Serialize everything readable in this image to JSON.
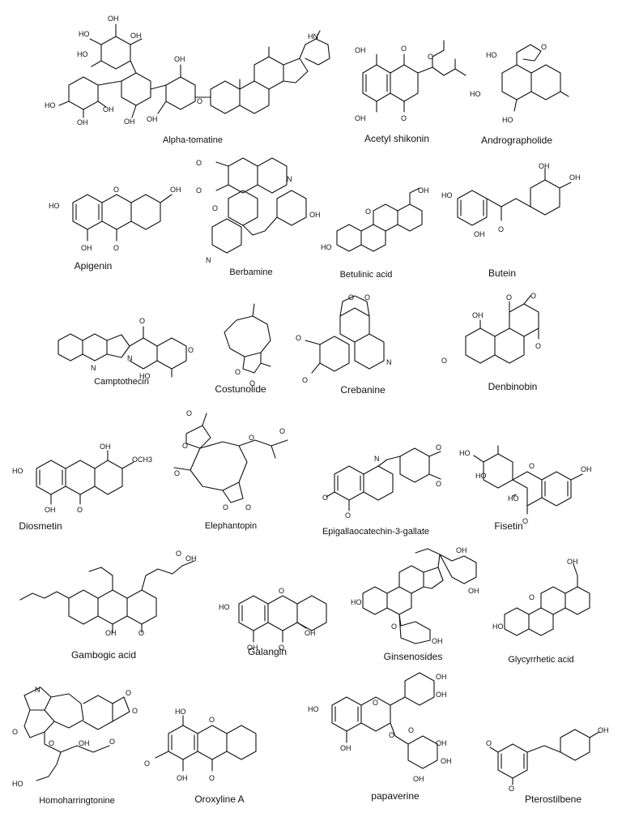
{
  "compounds": [
    {
      "name": "Alpha-tomatine"
    },
    {
      "name": "Acetyl shikonin"
    },
    {
      "name": "Andrographolide"
    },
    {
      "name": "Apigenin"
    },
    {
      "name": "Berbamine"
    },
    {
      "name": "Betulinic  acid"
    },
    {
      "name": "Butein"
    },
    {
      "name": "Camptothecin"
    },
    {
      "name": "Costunolide"
    },
    {
      "name": "Crebanine"
    },
    {
      "name": "Denbinobin"
    },
    {
      "name": "Diosmetin"
    },
    {
      "name": "Elephantopin"
    },
    {
      "name": "Epigallaocatechin-3-gallate"
    },
    {
      "name": "Fisetin"
    },
    {
      "name": "Gambogic acid"
    },
    {
      "name": "Galangin"
    },
    {
      "name": "Ginsenosides"
    },
    {
      "name": "Glycyrrhetic acid"
    },
    {
      "name": "Homoharringtonine"
    },
    {
      "name": "Oroxyline A"
    },
    {
      "name": "papaverine"
    },
    {
      "name": "Pterostilbene"
    }
  ],
  "atom_labels": {
    "oh": "OH",
    "ho": "HO",
    "o": "O",
    "n": "N",
    "hn": "HN",
    "och3": "OCH3",
    "me_o": "O"
  }
}
